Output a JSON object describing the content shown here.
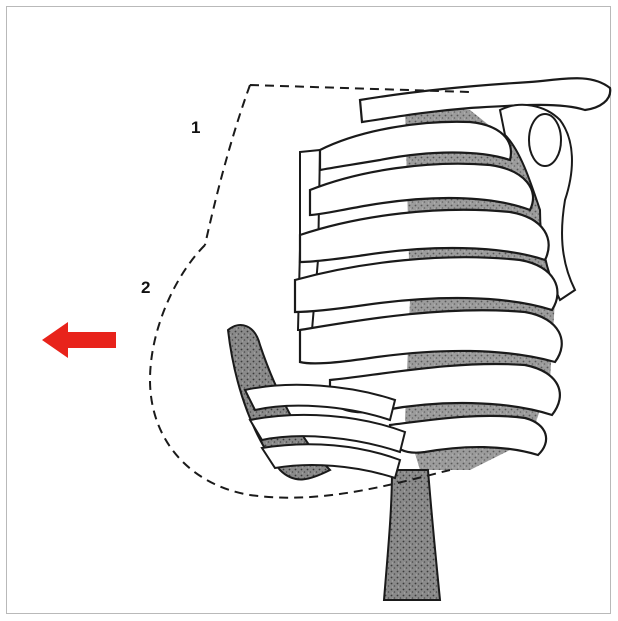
{
  "labels": {
    "region_1": "1",
    "region_2": "2"
  },
  "arrow": {
    "color": "#e8231b",
    "direction": "left"
  },
  "colors": {
    "line": "#1a1a1a",
    "shade": "#6f6f6f"
  }
}
